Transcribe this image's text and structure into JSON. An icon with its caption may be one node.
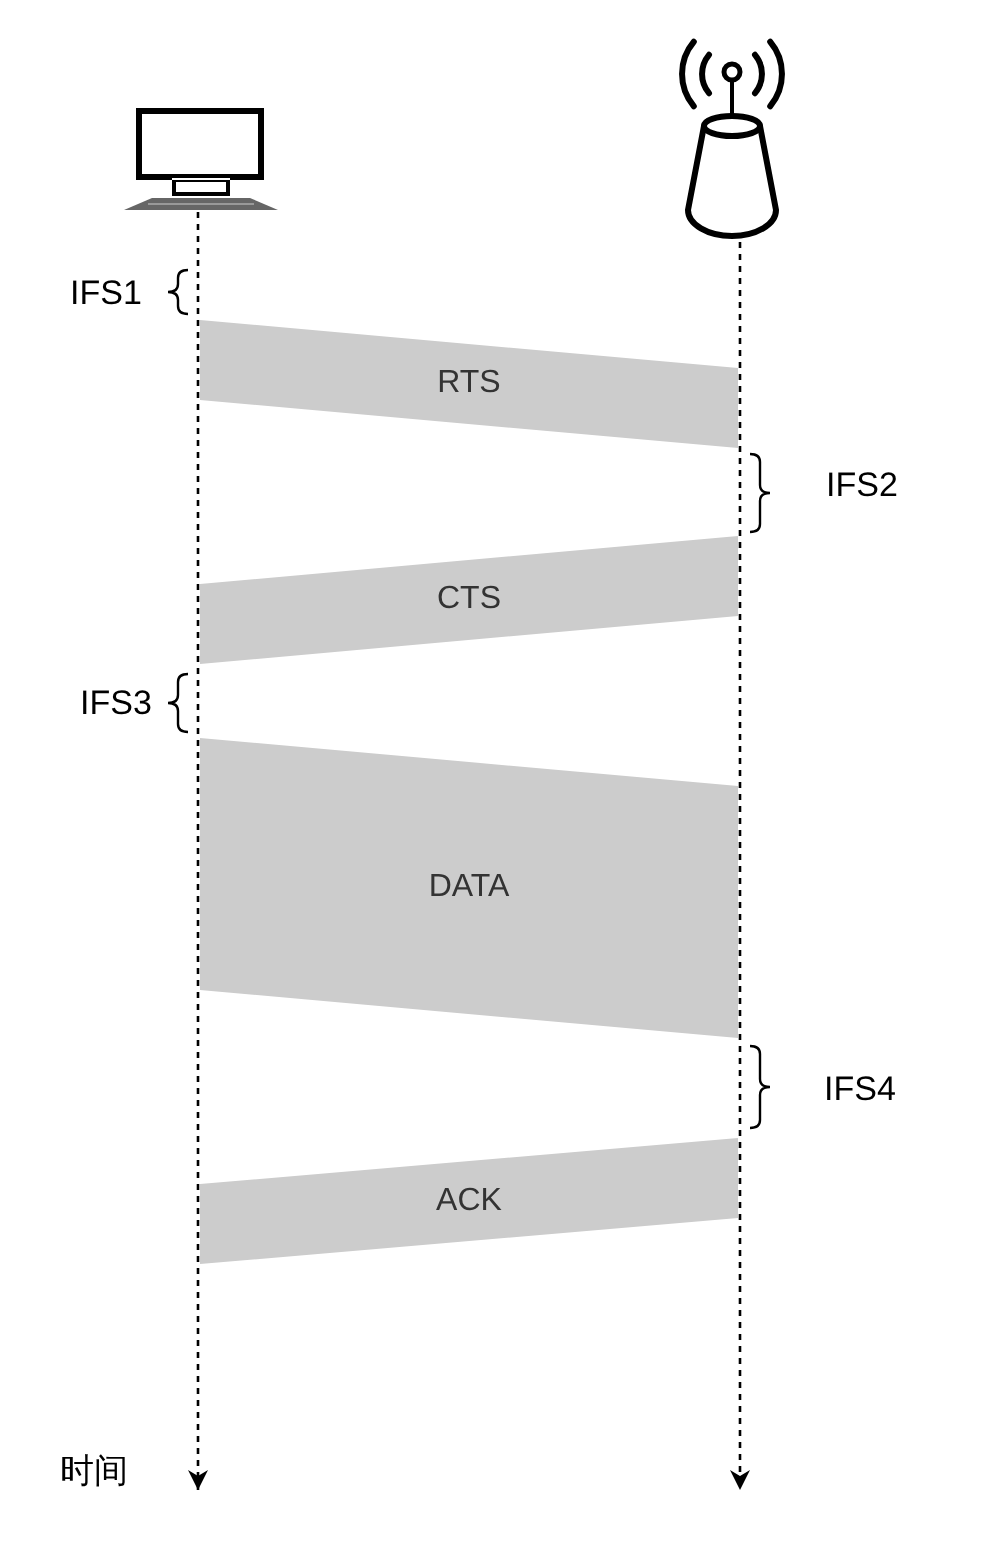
{
  "diagram": {
    "nodes": [
      {
        "text": [],
        "shape": "picture"
      },
      {
        "text": [],
        "shape": "picture"
      },
      {
        "text": [
          "RTS"
        ]
      },
      {
        "text": [
          "CTS"
        ]
      },
      {
        "text": [
          "DATA"
        ]
      },
      {
        "text": [
          "ACK"
        ]
      }
    ],
    "edges": [
      {
        "from": 0,
        "to": null,
        "arrow": "to",
        "style": "dashed"
      },
      {
        "from": 1,
        "to": null,
        "arrow": "to",
        "style": "dashed"
      }
    ],
    "labels": [
      "IFS1",
      "IFS2",
      "IFS3",
      "IFS4",
      "时间"
    ]
  }
}
